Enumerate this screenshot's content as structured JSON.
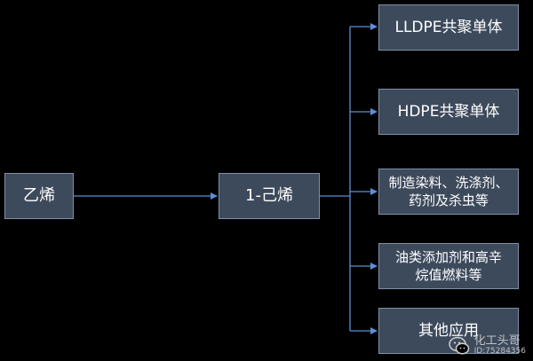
{
  "diagram": {
    "source": {
      "label": "乙烯"
    },
    "intermediate": {
      "label": "1-己烯"
    },
    "outputs": [
      {
        "label": "LLDPE共聚单体"
      },
      {
        "label": "HDPE共聚单体"
      },
      {
        "label": "制造染料、洗涤剂、\n药剂及杀虫等"
      },
      {
        "label": "油类添加剂和高辛\n烷值燃料等"
      },
      {
        "label": "其他应用"
      }
    ]
  },
  "watermark": {
    "name": "化工头哥",
    "id": "ID:75284356",
    "icon": "wechat-icon"
  },
  "colors": {
    "background": "#000000",
    "box_fill": "#3d4a5c",
    "box_border": "#7f8fa6",
    "connector": "#5b8fd6",
    "text": "#ffffff"
  }
}
